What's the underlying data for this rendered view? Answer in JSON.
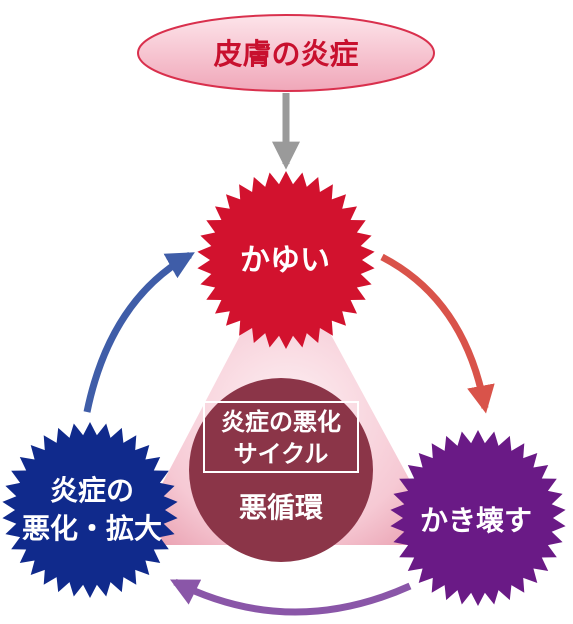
{
  "top_node": {
    "label": "皮膚の炎症"
  },
  "cycle_nodes": {
    "itch": {
      "label": "かゆい"
    },
    "scratch": {
      "label": "かき壊す"
    },
    "worsen": {
      "line1": "炎症の",
      "line2": "悪化・拡大"
    }
  },
  "center": {
    "box_line1": "炎症の悪化",
    "box_line2": "サイクル",
    "caption": "悪循環"
  },
  "colors": {
    "top_fill": "#f4b6c4",
    "top_stroke": "#d9304d",
    "itch": "#d2122e",
    "scratch": "#6a1a86",
    "worsen": "#102a8c",
    "center_circle": "#8b3548",
    "triangle_light": "#fbe2e8",
    "triangle_dark": "#eaa3b3",
    "arrow_down": "#9a9a9a",
    "arrow_itch_scratch": "#d9534a",
    "arrow_scratch_worsen": "#8a56a8",
    "arrow_worsen_itch": "#3f5da8"
  }
}
